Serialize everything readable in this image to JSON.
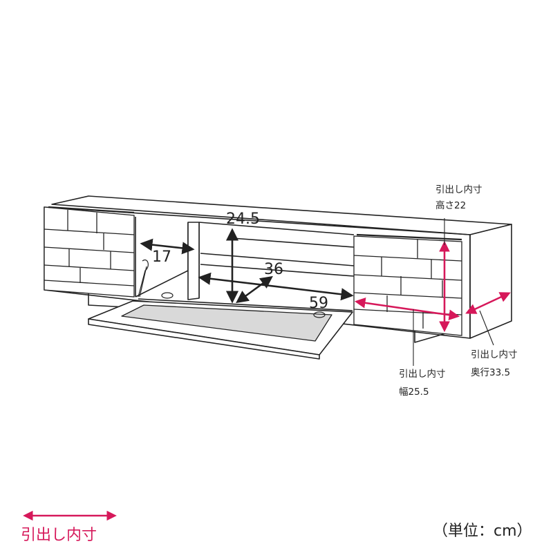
{
  "dimensions": {
    "shelf_height": "24.5",
    "side_depth": "17",
    "shelf_depth": "36",
    "shelf_width": "59"
  },
  "drawer_labels": {
    "height": {
      "title": "引出し内寸",
      "value": "高さ22"
    },
    "width": {
      "title": "引出し内寸",
      "value": "幅25.5"
    },
    "depth": {
      "title": "引出し内寸",
      "value": "奥行33.5"
    }
  },
  "legend": {
    "label": "引出し内寸"
  },
  "unit_note": "（単位：cm）",
  "colors": {
    "accent": "#d6185a",
    "line": "#222222",
    "glass": "#d9d9d9"
  }
}
